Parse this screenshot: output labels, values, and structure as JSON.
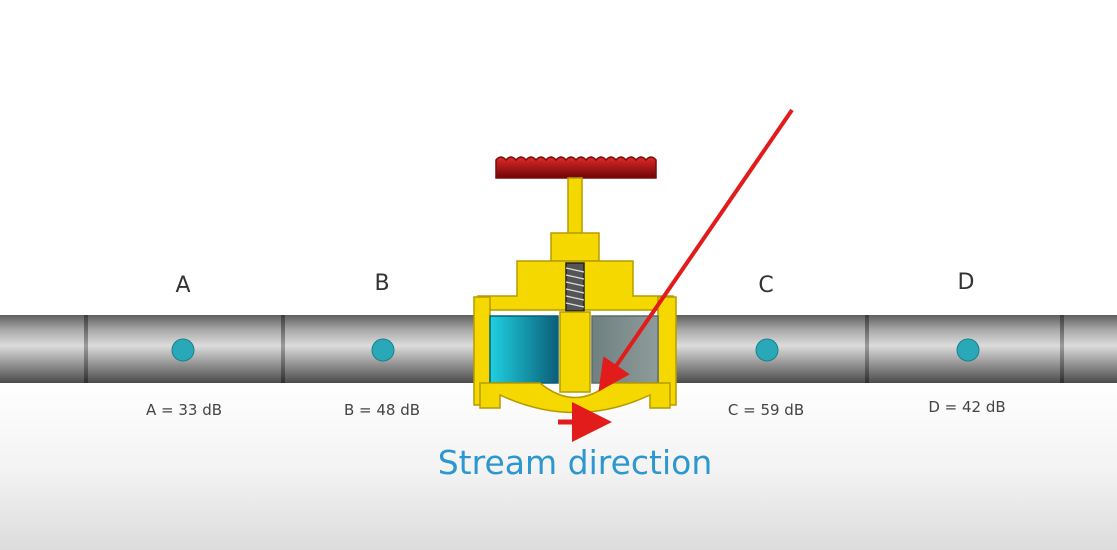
{
  "points": [
    {
      "letter": "A",
      "reading": "A = 33 dB"
    },
    {
      "letter": "B",
      "reading": "B = 48 dB"
    },
    {
      "letter": "C",
      "reading": "C = 59 dB"
    },
    {
      "letter": "D",
      "reading": "D = 42 dB"
    }
  ],
  "caption": "Stream direction",
  "colors": {
    "pipe": "#8c8c8c",
    "sensor": "#29a9b7",
    "valve_body": "#f5d800",
    "handwheel": "#c2141b",
    "arrow": "#e21b1b",
    "inlet_cavity": "#1ab7c9",
    "outlet_cavity": "#7d8c8c",
    "caption": "#2d97cf"
  }
}
